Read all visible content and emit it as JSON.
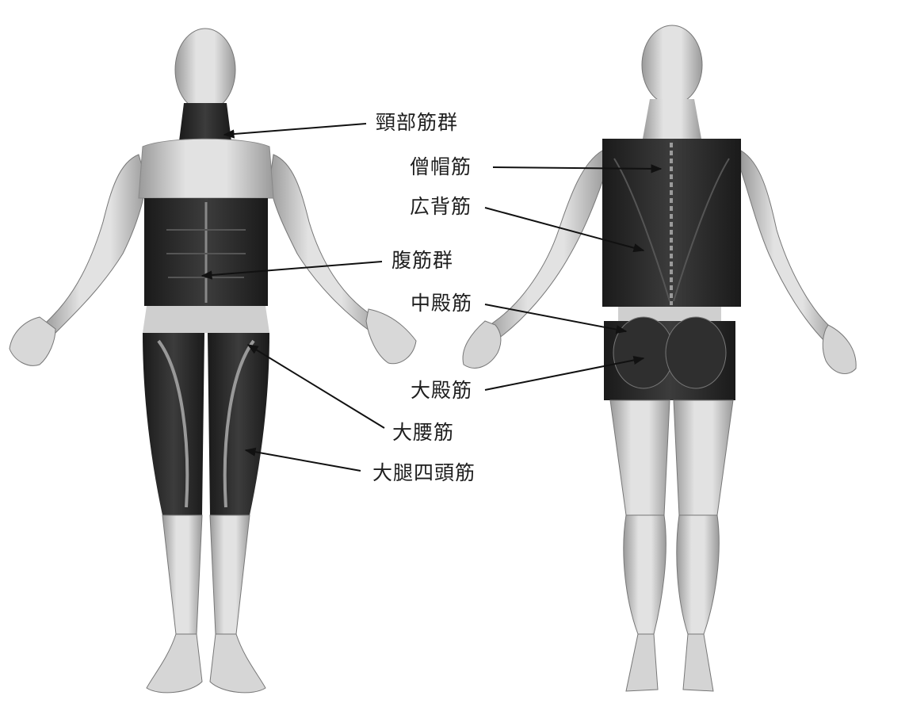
{
  "figure": {
    "front_view": "anterior-body-figure",
    "back_view": "posterior-body-figure",
    "highlight_color": "#2a2a2a",
    "muscle_color": "#b9b9b9",
    "skin_color": "#e6e6e6"
  },
  "labels": {
    "neck": "頸部筋群",
    "abdominals": "腹筋群",
    "psoas": "大腰筋",
    "quadriceps": "大腿四頭筋",
    "trapezius": "僧帽筋",
    "latissimus": "広背筋",
    "gluteus_medius": "中殿筋",
    "gluteus_maximus": "大殿筋"
  }
}
